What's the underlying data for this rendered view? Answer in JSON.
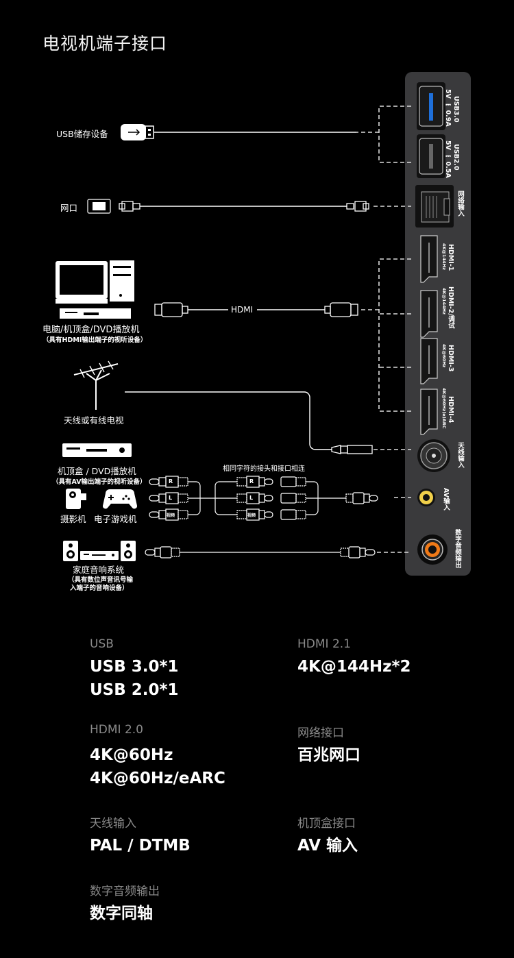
{
  "page": {
    "title": "电视机端子接口"
  },
  "colors": {
    "background": "#000000",
    "panel": "#3a3a3c",
    "usb3_accent": "#1e6fd9",
    "av_yellow": "#f1d04a",
    "coax_orange": "#f07a18",
    "label_gray": "#8a8a8a"
  },
  "devices": {
    "usb_storage": "USB储存设备",
    "network": "网口",
    "pc_player": "电脑/机顶盒/DVD播放机",
    "pc_player_note": "（具有HDMI输出端子的视听设备）",
    "antenna": "天线或有线电视",
    "stb_dvd": "机顶盒 / DVD播放机",
    "stb_dvd_note": "（具有AV输出端子的视听设备）",
    "camcorder": "摄影机",
    "game_console": "电子游戏机",
    "home_audio": "家庭音响系统",
    "home_audio_note_1": "（具有数位声音讯号输",
    "home_audio_note_2": "入端子的音响设备）"
  },
  "cables": {
    "hdmi_label": "HDMI",
    "av_note": "相同字符的接头和接口相连",
    "plug_r": "R",
    "plug_l": "L",
    "plug_video": "视频"
  },
  "panel_ports": [
    {
      "name": "USB3.0",
      "spec": "5V ⎓ 0.9A"
    },
    {
      "name": "USB2.0",
      "spec": "5V ⎓ 0.5A"
    },
    {
      "name": "网络输入",
      "spec": ""
    },
    {
      "name": "HDMI-1",
      "spec": "4K@144Hz"
    },
    {
      "name": "HDMI-2/调试",
      "spec": "4K@144Hz"
    },
    {
      "name": "HDMI-3",
      "spec": "4K@60Hz"
    },
    {
      "name": "HDMI-4",
      "spec": "4K@60Hz(e)ARC"
    },
    {
      "name": "天线输入",
      "spec": ""
    },
    {
      "name": "AV输入",
      "spec": ""
    },
    {
      "name": "数字音频输出",
      "spec": ""
    }
  ],
  "specs": [
    {
      "label": "USB",
      "value": "USB 3.0*1\nUSB 2.0*1"
    },
    {
      "label": "HDMI 2.1",
      "value": "4K@144Hz*2"
    },
    {
      "label": "HDMI 2.0",
      "value": "4K@60Hz\n4K@60Hz/eARC"
    },
    {
      "label": "网络接口",
      "value": "百兆网口"
    },
    {
      "label": "天线输入",
      "value": "PAL / DTMB"
    },
    {
      "label": "机顶盒接口",
      "value": "AV 输入"
    },
    {
      "label": "数字音频输出",
      "value": "数字同轴"
    }
  ]
}
